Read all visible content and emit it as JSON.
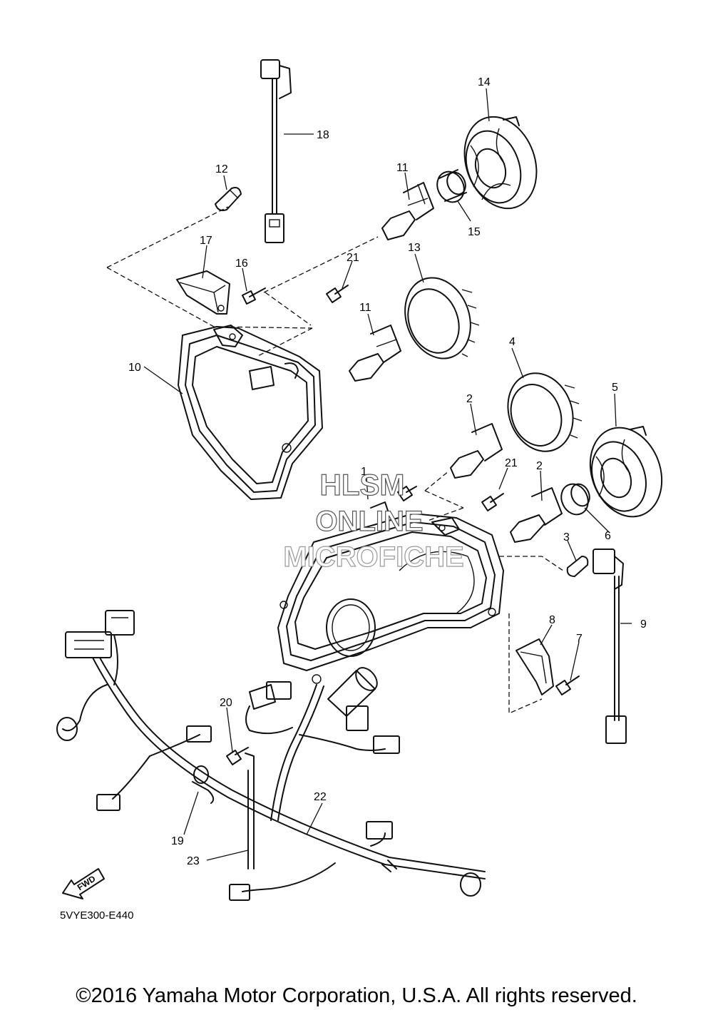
{
  "diagram_code": "5VYE300-E440",
  "copyright": "©2016 Yamaha Motor Corporation, U.S.A. All rights reserved.",
  "watermark": {
    "line1": "HLSM",
    "line2": "ONLINE",
    "line3": "MICROFICHE"
  },
  "fwd_label": "FWD",
  "callouts": {
    "c1": "1",
    "c2a": "2",
    "c2b": "2",
    "c3": "3",
    "c4": "4",
    "c5": "5",
    "c6": "6",
    "c7": "7",
    "c8": "8",
    "c9": "9",
    "c10": "10",
    "c11a": "11",
    "c11b": "11",
    "c12": "12",
    "c13": "13",
    "c14": "14",
    "c15": "15",
    "c16": "16",
    "c17": "17",
    "c18": "18",
    "c19": "19",
    "c20": "20",
    "c21a": "21",
    "c21b": "21",
    "c22": "22",
    "c23": "23"
  }
}
